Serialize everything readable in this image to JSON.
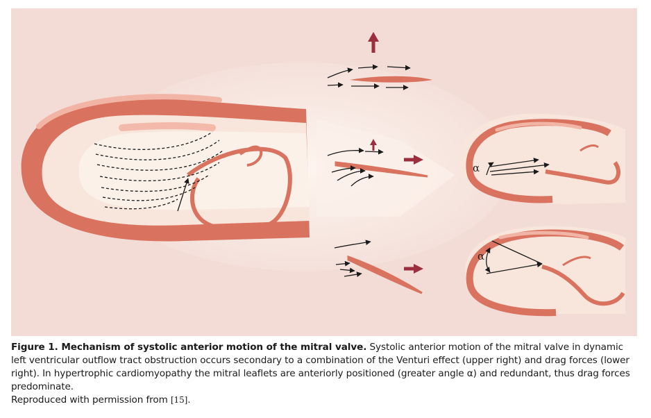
{
  "figure": {
    "alpha_symbol": "α",
    "colors": {
      "panel_bg": "#f3dcd6",
      "myocardium": "#d9725f",
      "myocardium_dark": "#c65c4a",
      "cavity": "#f8e6dc",
      "inner_cavity": "#fbf1e8",
      "highlight": "#f2b5a5",
      "force_arrow": "#9b2f3f",
      "flow_line": "#1a1a1a"
    },
    "icons": [
      "force-arrow-icon",
      "flow-arrow-icon"
    ]
  },
  "caption": {
    "lead": "Figure 1. Mechanism of systolic anterior motion of the mitral valve.",
    "body": " Systolic anterior motion of the mitral valve in dynamic left ventricular outflow tract obstruction occurs secondary to a combination of the Venturi effect (upper right) and drag forces (lower right). In hypertrophic cardiomyopathy the mitral leaflets are anteriorly positioned (greater angle α) and redundant, thus drag forces predominate.",
    "credit_prefix": "Reproduced with permission from ",
    "credit_ref": "[15]",
    "credit_suffix": "."
  }
}
